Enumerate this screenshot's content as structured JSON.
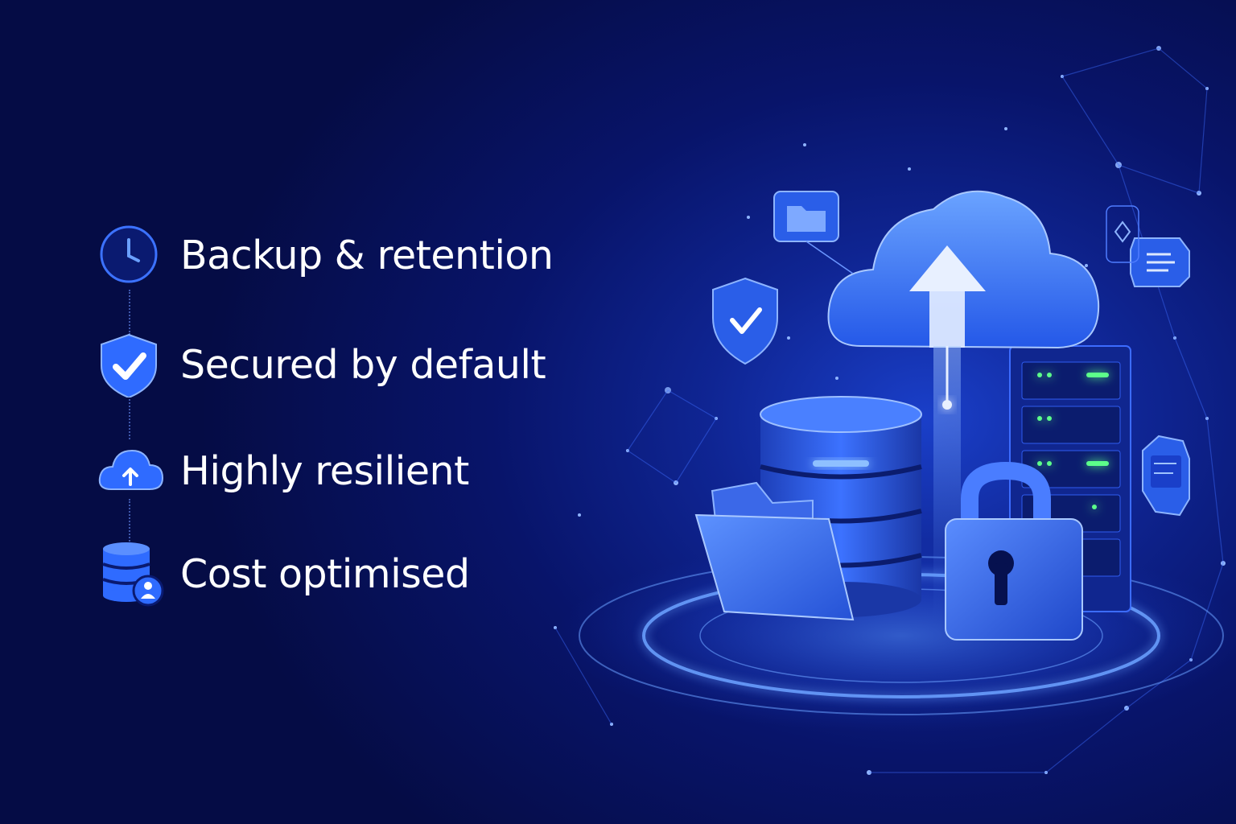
{
  "features": [
    {
      "icon": "clock-icon",
      "label": "Backup & retention"
    },
    {
      "icon": "shield-check-icon",
      "label": "Secured by default"
    },
    {
      "icon": "cloud-upload-icon",
      "label": "Highly resilient"
    },
    {
      "icon": "database-user-icon",
      "label": "Cost optimised"
    }
  ],
  "colors": {
    "background_dark": "#050c45",
    "background_glow": "#1a3fc9",
    "accent_blue": "#2f6bff",
    "text": "#ffffff",
    "led_green": "#5cff8a"
  }
}
